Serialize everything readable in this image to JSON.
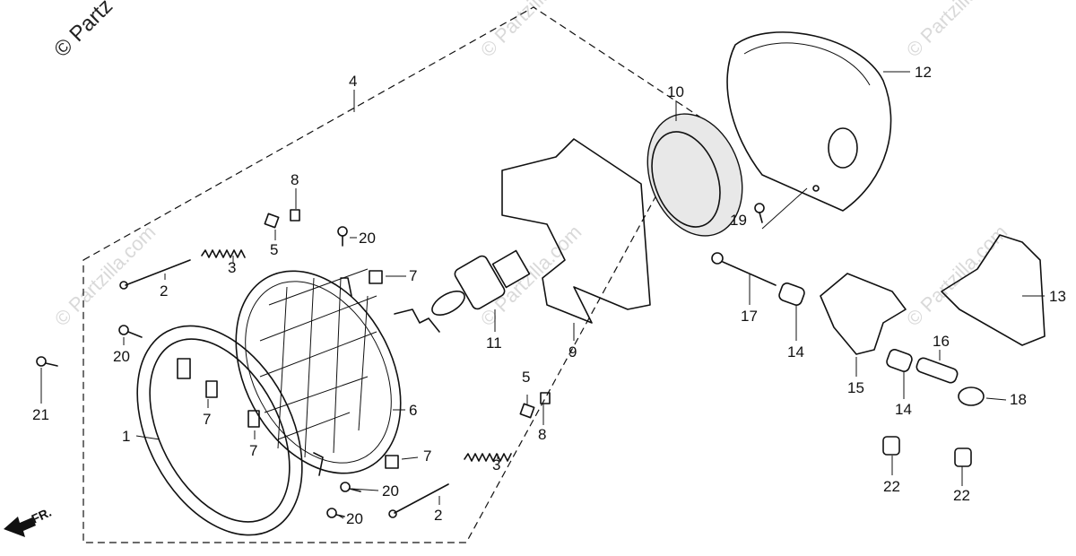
{
  "watermark": {
    "brand": "© Partzilla.com",
    "corner": "© Partz"
  },
  "direction_marker": {
    "label": "FR."
  },
  "callouts": [
    {
      "id": "1",
      "text": "1"
    },
    {
      "id": "2a",
      "text": "2"
    },
    {
      "id": "2b",
      "text": "2"
    },
    {
      "id": "3a",
      "text": "3"
    },
    {
      "id": "3b",
      "text": "3"
    },
    {
      "id": "4",
      "text": "4"
    },
    {
      "id": "5a",
      "text": "5"
    },
    {
      "id": "5b",
      "text": "5"
    },
    {
      "id": "6",
      "text": "6"
    },
    {
      "id": "7a",
      "text": "7"
    },
    {
      "id": "7b",
      "text": "7"
    },
    {
      "id": "7c",
      "text": "7"
    },
    {
      "id": "7d",
      "text": "7"
    },
    {
      "id": "8a",
      "text": "8"
    },
    {
      "id": "8b",
      "text": "8"
    },
    {
      "id": "9",
      "text": "9"
    },
    {
      "id": "10",
      "text": "10"
    },
    {
      "id": "11",
      "text": "11"
    },
    {
      "id": "12",
      "text": "12"
    },
    {
      "id": "13",
      "text": "13"
    },
    {
      "id": "14a",
      "text": "14"
    },
    {
      "id": "14b",
      "text": "14"
    },
    {
      "id": "15",
      "text": "15"
    },
    {
      "id": "16",
      "text": "16"
    },
    {
      "id": "17",
      "text": "17"
    },
    {
      "id": "18",
      "text": "18"
    },
    {
      "id": "19",
      "text": "19"
    },
    {
      "id": "20a",
      "text": "20"
    },
    {
      "id": "20b",
      "text": "20"
    },
    {
      "id": "20c",
      "text": "20"
    },
    {
      "id": "20d",
      "text": "20"
    },
    {
      "id": "21",
      "text": "21"
    },
    {
      "id": "22a",
      "text": "22"
    },
    {
      "id": "22b",
      "text": "22"
    }
  ]
}
